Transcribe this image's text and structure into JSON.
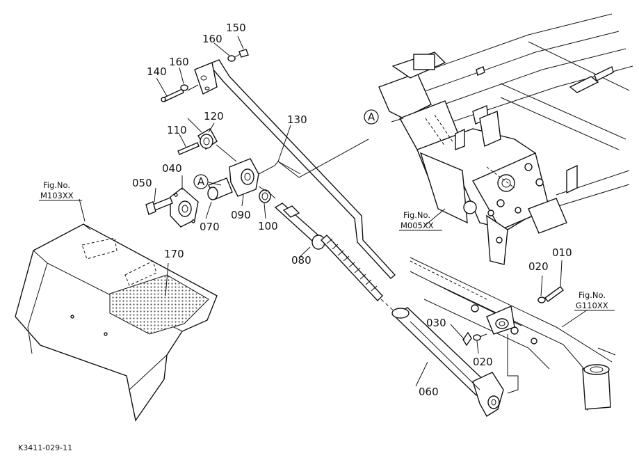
{
  "part_labels": {
    "p010": "010",
    "p020a": "020",
    "p020b": "020",
    "p030": "030",
    "p040": "040",
    "p050": "050",
    "p060": "060",
    "p070": "070",
    "p080": "080",
    "p090": "090",
    "p100": "100",
    "p110": "110",
    "p120": "120",
    "p130": "130",
    "p140": "140",
    "p150": "150",
    "p160a": "160",
    "p160b": "160",
    "p170": "170"
  },
  "callouts": {
    "a1": "A",
    "a2": "A"
  },
  "fig_refs": {
    "m103": {
      "line1": "Fig.No.",
      "line2": "M103XX"
    },
    "m005": {
      "line1": "Fig.No.",
      "line2": "M005XX"
    },
    "g110": {
      "line1": "Fig.No.",
      "line2": "G110XX"
    }
  },
  "diagram_code": "K3411-029-11"
}
